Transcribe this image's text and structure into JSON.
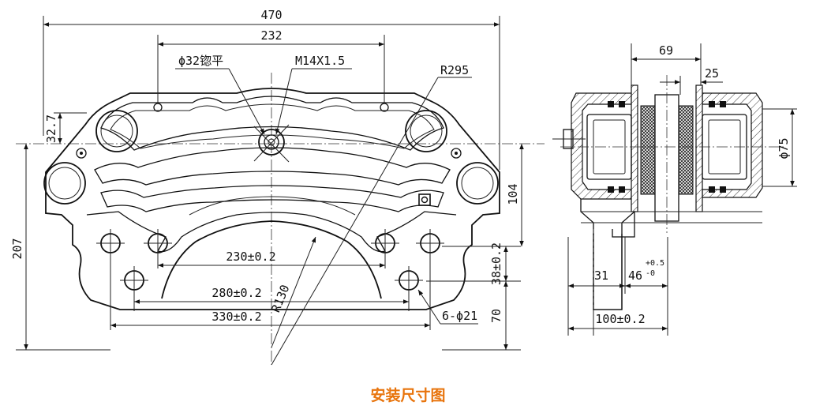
{
  "caption": "安装尺寸图",
  "colors": {
    "caption": "#e8740c",
    "line": "#111111"
  },
  "front_view": {
    "dim_overall_width": "470",
    "dim_mount_span": "232",
    "label_bore": "ϕ32锪平",
    "label_thread": "M14X1.5",
    "label_arc_radius": "R295",
    "dim_offset_top": "32.7",
    "dim_overall_height": "207",
    "dim_center_height": "104",
    "dim_holes_inner": "230±0.2",
    "dim_holes_middle": "280±0.2",
    "dim_holes_outer": "330±0.2",
    "label_inner_radius": "R130",
    "label_hole_pattern": "6-ϕ21",
    "dim_hole_row_offset": "38±0.2",
    "dim_bottom_offset": "70"
  },
  "side_view": {
    "dim_top_width": "69",
    "dim_top_offset": "25",
    "dim_piston_dia": "ϕ75",
    "dim_bracket_width": "31",
    "dim_slot_main": "46",
    "dim_slot_tol_upper": "+0.5",
    "dim_slot_tol_lower": "-0",
    "dim_base_width": "100±0.2"
  }
}
